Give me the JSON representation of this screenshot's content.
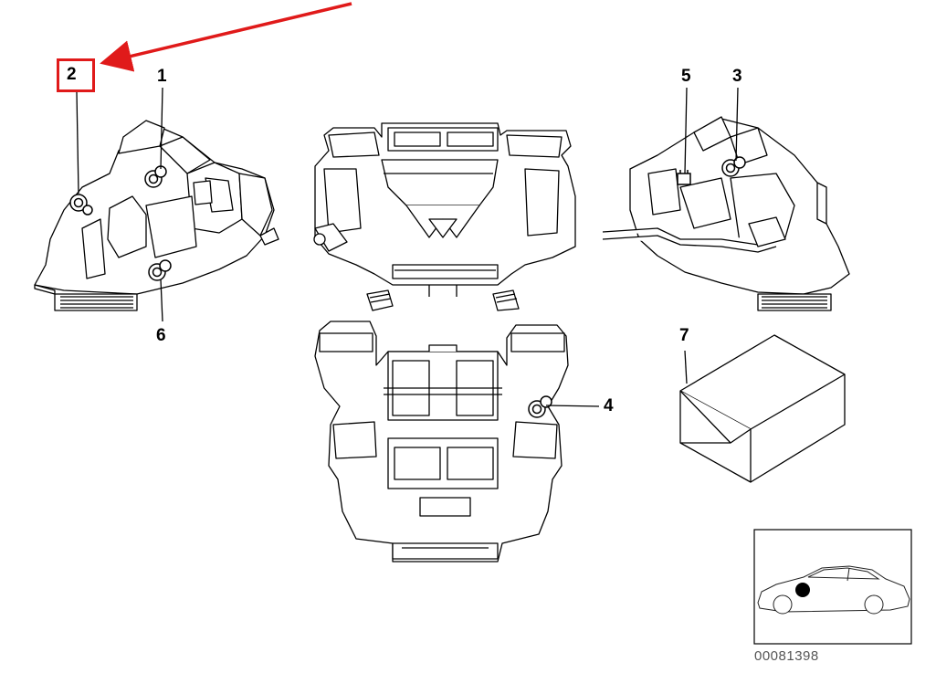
{
  "callouts": {
    "c1": "1",
    "c2": "2",
    "c3": "3",
    "c4": "4",
    "c5": "5",
    "c6": "6",
    "c7": "7"
  },
  "highlighted_callout": "2",
  "reference_code": "00081398",
  "colors": {
    "highlight": "#e01a1a",
    "line": "#000000",
    "locator_dot": "#000000",
    "ref_text": "#555555"
  }
}
